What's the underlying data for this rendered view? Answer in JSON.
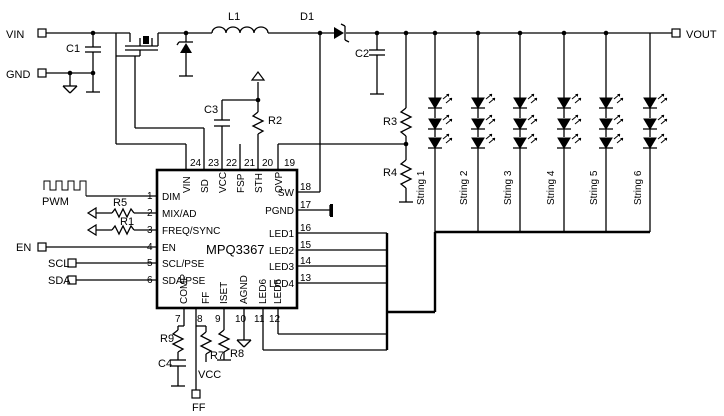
{
  "ports": {
    "vin": "VIN",
    "gnd": "GND",
    "vout": "VOUT",
    "pwm": "PWM",
    "en": "EN",
    "scl": "SCL",
    "sda": "SDA",
    "ff": "FF",
    "vcc_ref": "VCC"
  },
  "components": {
    "L1": "L1",
    "D1": "D1",
    "C1": "C1",
    "C2": "C2",
    "C3": "C3",
    "C4": "C4",
    "R1": "R1",
    "R2": "R2",
    "R3": "R3",
    "R4": "R4",
    "R5": "R5",
    "R7": "R7",
    "R8": "R8",
    "R9": "R9"
  },
  "chip": {
    "name": "MPQ3367",
    "left_pins": [
      {
        "num": "1",
        "name": "DIM"
      },
      {
        "num": "2",
        "name": "MIX/AD"
      },
      {
        "num": "3",
        "name": "FREQ/SYNC"
      },
      {
        "num": "4",
        "name": "EN"
      },
      {
        "num": "5",
        "name": "SCL/PSE"
      },
      {
        "num": "6",
        "name": "SDA/PSE"
      }
    ],
    "top_pins": [
      {
        "num": "24",
        "name": "VIN"
      },
      {
        "num": "23",
        "name": "SD"
      },
      {
        "num": "22",
        "name": "VCC"
      },
      {
        "num": "21",
        "name": "FSP"
      },
      {
        "num": "20",
        "name": "STH"
      },
      {
        "num": "19",
        "name": "OVP"
      }
    ],
    "right_pins": [
      {
        "num": "18",
        "name": "SW"
      },
      {
        "num": "17",
        "name": "PGND"
      },
      {
        "num": "16",
        "name": "LED1"
      },
      {
        "num": "15",
        "name": "LED2"
      },
      {
        "num": "14",
        "name": "LED3"
      },
      {
        "num": "13",
        "name": "LED4"
      }
    ],
    "bottom_pins": [
      {
        "num": "7",
        "name": "COMP"
      },
      {
        "num": "8",
        "name": "FF"
      },
      {
        "num": "9",
        "name": "ISET"
      },
      {
        "num": "10",
        "name": "AGND"
      },
      {
        "num": "11",
        "name": "LED6"
      },
      {
        "num": "12",
        "name": "LED5"
      }
    ]
  },
  "strings": [
    "String 1",
    "String 2",
    "String 3",
    "String 4",
    "String 5",
    "String 6"
  ]
}
